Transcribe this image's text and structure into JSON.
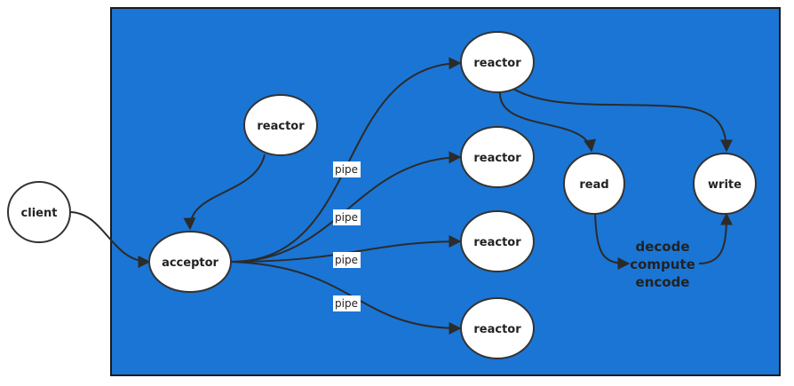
{
  "colors": {
    "panel_fill": "#1b75d4",
    "panel_border": "#1a1a1a",
    "node_fill": "#ffffff",
    "line": "#2b2b2b"
  },
  "nodes": {
    "client": "client",
    "acceptor": "acceptor",
    "reactor_main": "reactor",
    "reactor_1": "reactor",
    "reactor_2": "reactor",
    "reactor_3": "reactor",
    "reactor_4": "reactor",
    "read": "read",
    "write": "write"
  },
  "edge_labels": {
    "pipe_1": "pipe",
    "pipe_2": "pipe",
    "pipe_3": "pipe",
    "pipe_4": "pipe"
  },
  "process": {
    "line1": "decode",
    "line2": "compute",
    "line3": "encode"
  }
}
